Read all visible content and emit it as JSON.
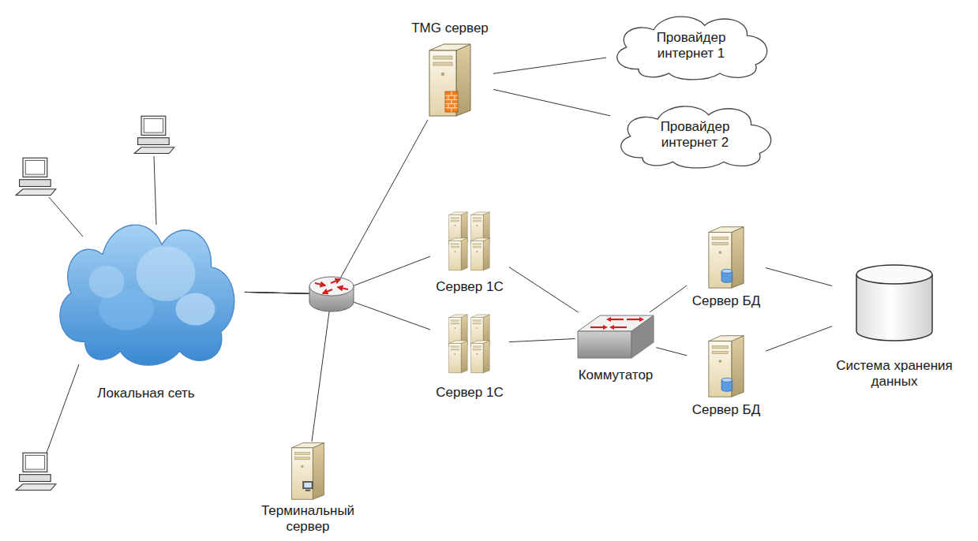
{
  "diagram": {
    "nodes": [
      {
        "text": [
          "TMG сервер"
        ]
      },
      {
        "text": [
          "Провайдер интернет 1"
        ]
      },
      {
        "text": [
          "Провайдер интернет 2"
        ]
      },
      {
        "text": [
          "Локальная сеть"
        ]
      },
      {
        "text": [
          "Сервер 1С"
        ]
      },
      {
        "text": [
          "Сервер 1С"
        ]
      },
      {
        "text": [
          "Коммутатор"
        ]
      },
      {
        "text": [
          "Сервер БД"
        ]
      },
      {
        "text": [
          "Сервер БД"
        ]
      },
      {
        "text": [
          "Система хранения данных"
        ]
      },
      {
        "text": [
          "Терминальный сервер"
        ]
      }
    ],
    "edges": [
      {
        "from": 0,
        "to": 1,
        "arrow": "none"
      },
      {
        "from": 0,
        "to": 2,
        "arrow": "none"
      },
      {
        "from": 3,
        "to": 0,
        "arrow": "none"
      },
      {
        "from": 3,
        "to": 4,
        "arrow": "none"
      },
      {
        "from": 3,
        "to": 5,
        "arrow": "none"
      },
      {
        "from": 3,
        "to": 10,
        "arrow": "none"
      },
      {
        "from": 4,
        "to": 6,
        "arrow": "none"
      },
      {
        "from": 5,
        "to": 6,
        "arrow": "none"
      },
      {
        "from": 6,
        "to": 7,
        "arrow": "none"
      },
      {
        "from": 6,
        "to": 8,
        "arrow": "none"
      },
      {
        "from": 7,
        "to": 9,
        "arrow": "none"
      },
      {
        "from": 8,
        "to": 9,
        "arrow": "none"
      }
    ]
  }
}
